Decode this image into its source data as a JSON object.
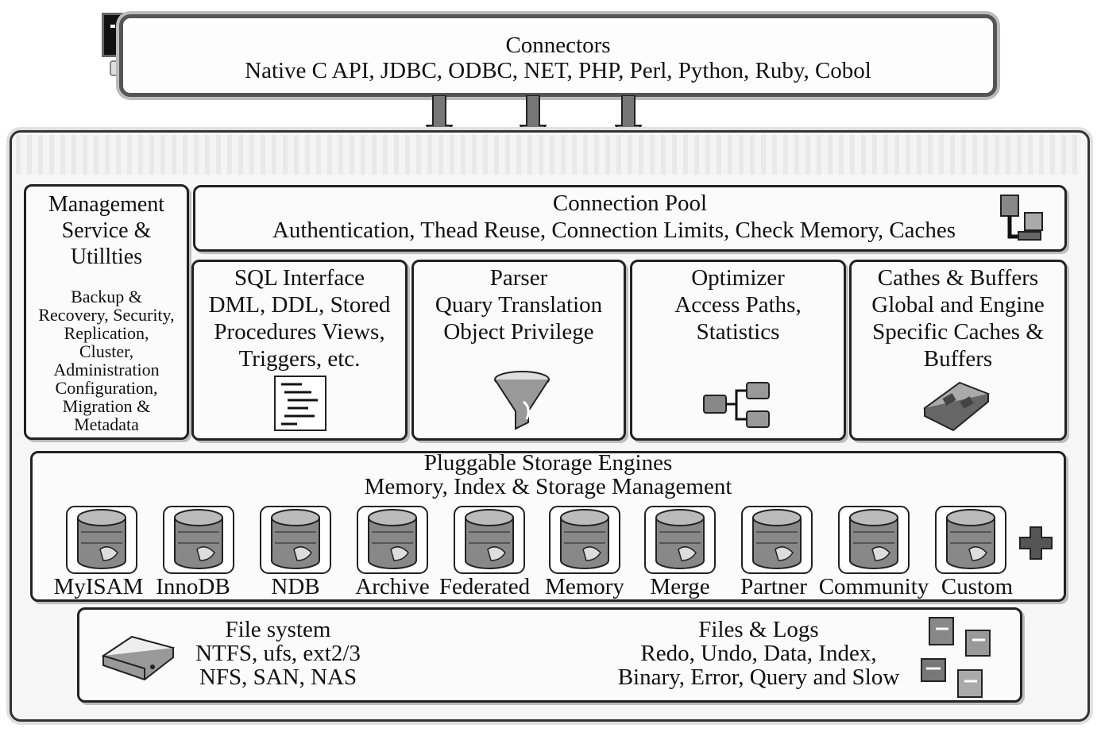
{
  "connectors": {
    "title": "Connectors",
    "subtitle": "Native C API, JDBC, ODBC, NET, PHP, Perl, Python, Ruby, Cobol"
  },
  "management": {
    "title_lines": [
      "Management",
      "Service &",
      "Utillties"
    ],
    "detail_lines": [
      "Backup &",
      "Recovery, Security,",
      "Replication,",
      "Cluster,",
      "Administration",
      "Configuration,",
      "Migration &",
      "Metadata"
    ]
  },
  "connection_pool": {
    "title": "Connection Pool",
    "subtitle": "Authentication, Thead Reuse, Connection Limits, Check Memory, Caches"
  },
  "sql_interface": {
    "lines": [
      "SQL Interface",
      "DML, DDL, Stored",
      "Procedures Views,",
      "Triggers, etc."
    ]
  },
  "parser": {
    "lines": [
      "Parser",
      "Quary Translation",
      "Object Privilege"
    ]
  },
  "optimizer": {
    "lines": [
      "Optimizer",
      "Access Paths,",
      "Statistics"
    ]
  },
  "caches": {
    "lines": [
      "Cathes & Buffers",
      "Global and Engine",
      "Specific Caches &",
      "Buffers"
    ]
  },
  "storage": {
    "title": "Pluggable Storage Engines",
    "subtitle": "Memory, Index & Storage Management",
    "engines": [
      "MyISAM",
      "InnoDB",
      "NDB",
      "Archive",
      "Federated",
      "Memory",
      "Merge",
      "Partner",
      "Community",
      "Custom"
    ]
  },
  "filesystem": {
    "lines": [
      "File system",
      "NTFS, ufs, ext2/3",
      "NFS, SAN, NAS"
    ]
  },
  "files_logs": {
    "lines": [
      "Files & Logs",
      "Redo, Undo, Data, Index,",
      "Binary, Error, Query and Slow"
    ]
  }
}
